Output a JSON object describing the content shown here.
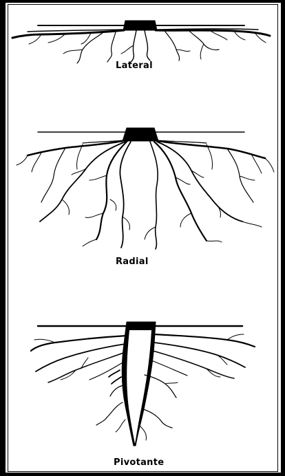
{
  "diagram": {
    "types": [
      {
        "id": "lateral",
        "label": "Lateral"
      },
      {
        "id": "radial",
        "label": "Radial"
      },
      {
        "id": "pivot",
        "label": "Pivotante"
      }
    ]
  }
}
